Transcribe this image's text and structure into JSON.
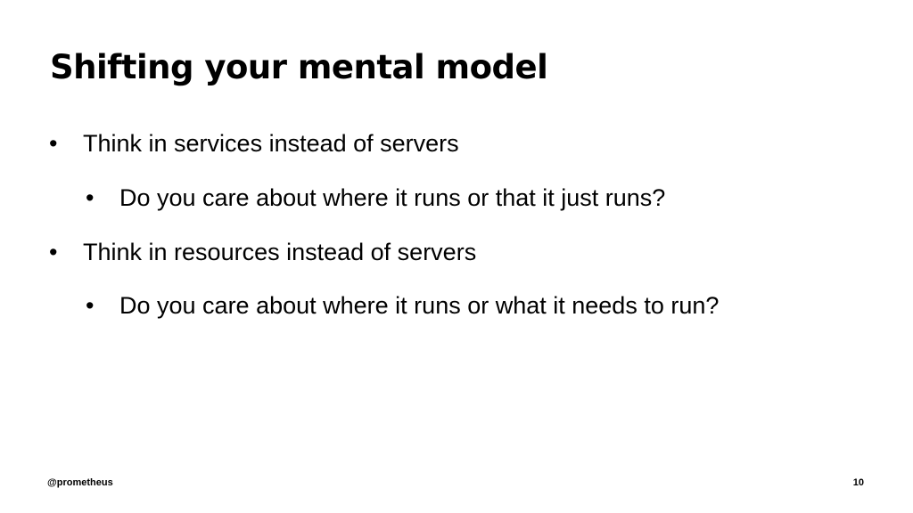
{
  "slide": {
    "title": "Shifting your mental model",
    "bullets": [
      {
        "marker": "•",
        "text": "Think in services instead of servers"
      },
      {
        "marker": "•",
        "text": "Do you care about where it runs or that it just runs?"
      },
      {
        "marker": "•",
        "text": "Think in resources instead of servers"
      },
      {
        "marker": "•",
        "text": "Do you care about where it runs or what it needs to run?"
      }
    ],
    "footer": {
      "handle": "@prometheus",
      "page_number": "10"
    }
  }
}
